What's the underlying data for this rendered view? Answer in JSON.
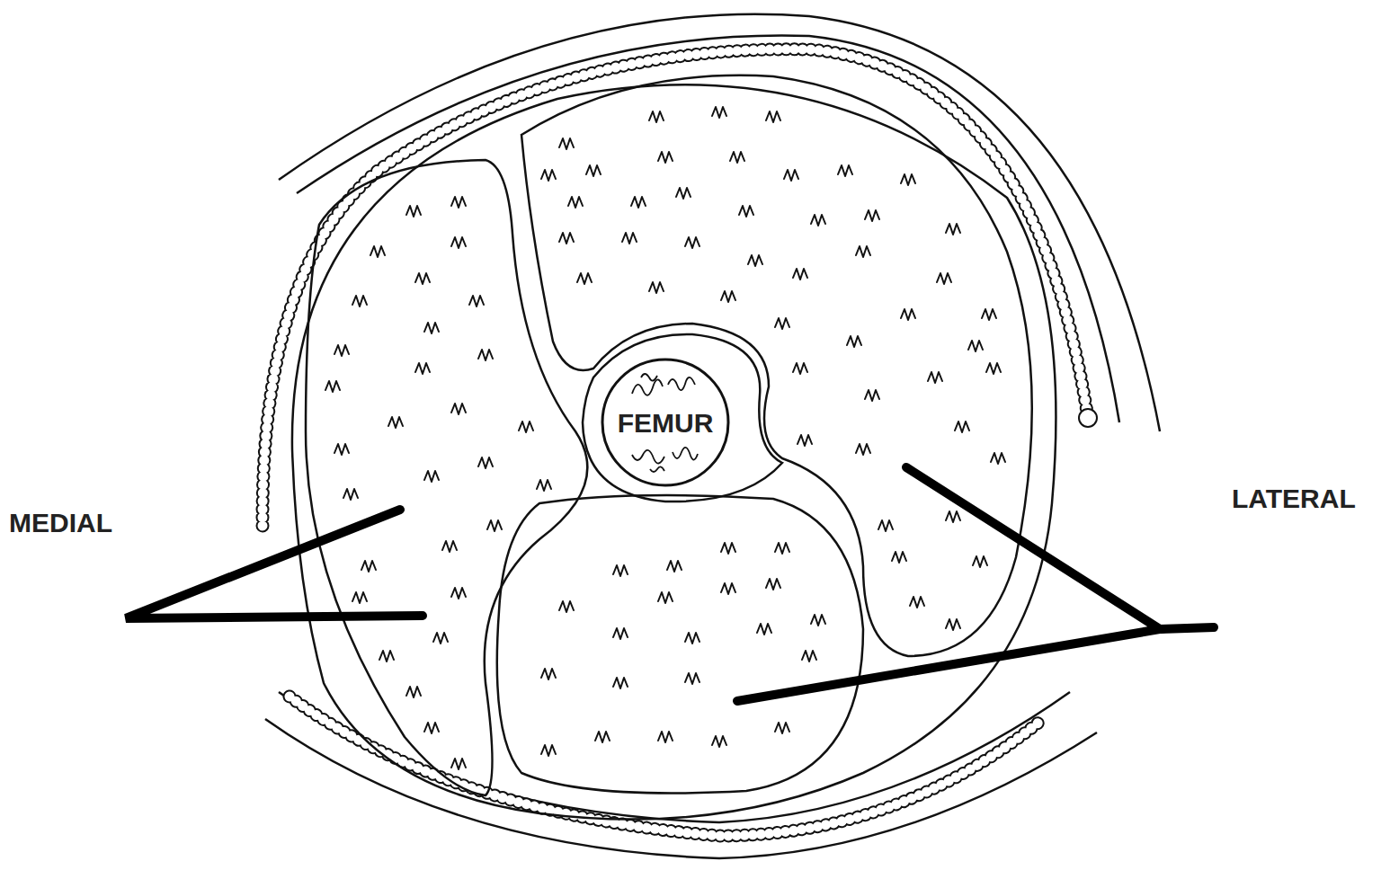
{
  "diagram": {
    "nodes": [
      {
        "text": [
          "FEMUR"
        ]
      }
    ],
    "labels": [
      "MEDIAL",
      "LATERAL"
    ]
  }
}
